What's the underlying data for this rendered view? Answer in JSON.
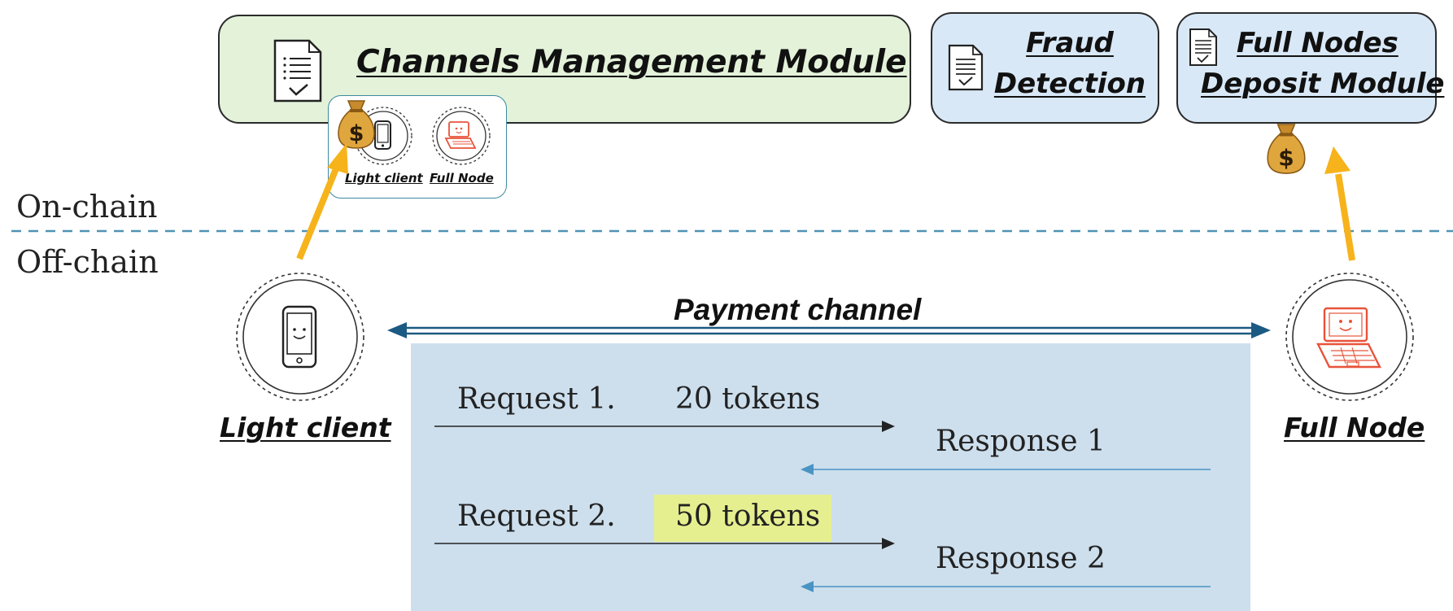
{
  "modules": {
    "channels": {
      "title": "Channels Management Module"
    },
    "fraud": {
      "title_line1": "Fraud",
      "title_line2": "Detection"
    },
    "deposit": {
      "title_line1": "Full Nodes",
      "title_line2": "Deposit Module"
    }
  },
  "card": {
    "light_label": "Light client",
    "full_label": "Full Node"
  },
  "chain": {
    "on": "On-chain",
    "off": "Off-chain"
  },
  "actors": {
    "light_client": "Light client",
    "full_node": "Full Node"
  },
  "channel": {
    "title": "Payment channel",
    "request1": "Request 1.",
    "tokens1": "20 tokens",
    "response1": "Response 1",
    "request2": "Request 2.",
    "tokens2": "50 tokens",
    "response2": "Response 2"
  },
  "colors": {
    "green_module": "#e3f2d9",
    "blue_module": "#d8e8f7",
    "channel_area": "#cddfed",
    "highlight": "#e6ef8f",
    "arrow_orange": "#f6b31b",
    "channel_arrow": "#1b5a82",
    "response_arrow": "#4a94c4",
    "divider": "#4f93b4"
  },
  "icons": {
    "document": "document-check-icon",
    "money": "money-bag-icon",
    "phone": "smartphone-icon",
    "laptop": "laptop-icon"
  }
}
